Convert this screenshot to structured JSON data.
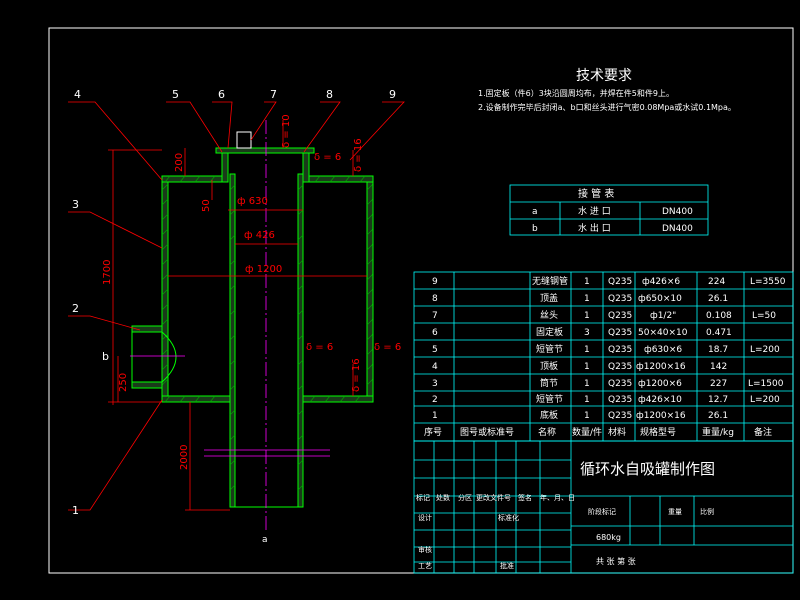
{
  "tech_requirements": {
    "title": "技术要求",
    "lines": [
      "1.固定板（件6）3块沿圆周均布，并焊在件5和件9上。",
      "2.设备制作完毕后封闭a、b口和丝头进行气密0.08Mpa或水试0.1Mpa。"
    ]
  },
  "nozzle_table": {
    "title": "接  管  表",
    "rows": [
      {
        "mark": "a",
        "name": "水 进 口",
        "spec": "DN400"
      },
      {
        "mark": "b",
        "name": "水 出 口",
        "spec": "DN400"
      }
    ]
  },
  "balloons": [
    "1",
    "2",
    "3",
    "4",
    "5",
    "6",
    "7",
    "8",
    "9"
  ],
  "nozzle_marks": {
    "a": "a",
    "b": "b"
  },
  "dimensions": {
    "d630": "ф 630",
    "d426": "ф 426",
    "d1200": "ф 1200",
    "h1700": "1700",
    "h2000": "2000",
    "h250": "250",
    "h200": "200",
    "h50": "50",
    "h10": "δ = 10",
    "weld6a": "δ = 6",
    "weld6b": "δ = 6",
    "weld6c": "δ = 6",
    "weld16a": "δ = 16",
    "weld16b": "δ = 16"
  },
  "bom": {
    "rows": [
      {
        "no": "9",
        "code": "",
        "name": "无缝钢管",
        "qty": "1",
        "mat": "Q235",
        "spec": "ф426×6",
        "wt": "224",
        "note": "L=3550"
      },
      {
        "no": "8",
        "code": "",
        "name": "顶盖",
        "qty": "1",
        "mat": "Q235",
        "spec": "ф650×10",
        "wt": "26.1",
        "note": ""
      },
      {
        "no": "7",
        "code": "",
        "name": "丝头",
        "qty": "1",
        "mat": "Q235",
        "spec": "ф1/2\"",
        "wt": "0.108",
        "note": "L=50"
      },
      {
        "no": "6",
        "code": "",
        "name": "固定板",
        "qty": "3",
        "mat": "Q235",
        "spec": "50×40×10",
        "wt": "0.471",
        "note": ""
      },
      {
        "no": "5",
        "code": "",
        "name": "短管节",
        "qty": "1",
        "mat": "Q235",
        "spec": "ф630×6",
        "wt": "18.7",
        "note": "L=200"
      },
      {
        "no": "4",
        "code": "",
        "name": "顶板",
        "qty": "1",
        "mat": "Q235",
        "spec": "ф1200×16",
        "wt": "142",
        "note": ""
      },
      {
        "no": "3",
        "code": "",
        "name": "筒节",
        "qty": "1",
        "mat": "Q235",
        "spec": "ф1200×6",
        "wt": "227",
        "note": "L=1500"
      },
      {
        "no": "2",
        "code": "",
        "name": "短管节",
        "qty": "1",
        "mat": "Q235",
        "spec": "ф426×10",
        "wt": "12.7",
        "note": "L=200"
      },
      {
        "no": "1",
        "code": "",
        "name": "底板",
        "qty": "1",
        "mat": "Q235",
        "spec": "ф1200×16",
        "wt": "26.1",
        "note": ""
      }
    ],
    "header": {
      "no": "序号",
      "code": "图号或标准号",
      "name": "名称",
      "qty": "数量/件",
      "mat": "材料",
      "spec": "规格型号",
      "wt": "重量/kg",
      "note": "备注"
    }
  },
  "title_block": {
    "drawing_title": "循环水自吸罐制作图",
    "row_labels": [
      "标记",
      "处数",
      "分区",
      "更改文件号",
      "签名",
      "年、月、日"
    ],
    "designer": "设计",
    "standardize": "标准化",
    "audit": "审核",
    "process": "工艺",
    "approve": "批准",
    "stage_mark": "阶段标记",
    "weight_label": "重量",
    "scale_label": "比例",
    "weight_value": "680kg",
    "sheet": "共   张   第   张"
  }
}
